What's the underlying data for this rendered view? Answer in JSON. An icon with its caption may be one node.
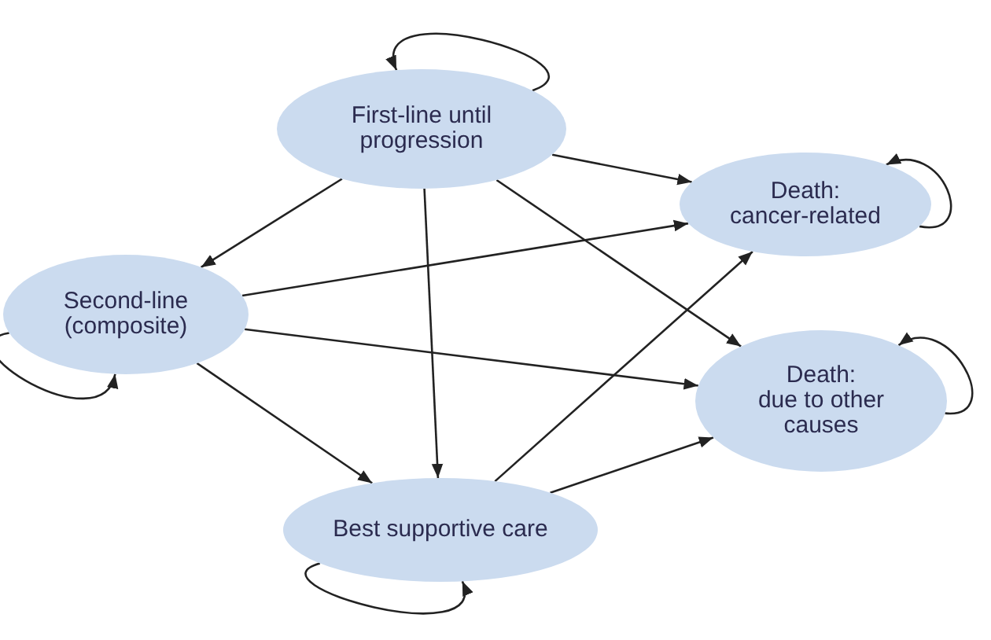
{
  "diagram": {
    "nodes": [
      {
        "text": [
          "First-line until progression"
        ]
      },
      {
        "text": [
          "Second-line (composite)"
        ]
      },
      {
        "text": [
          "Death:",
          "cancer-related"
        ]
      },
      {
        "text": [
          "Death:",
          "due to other causes"
        ]
      },
      {
        "text": [
          "Best supportive care"
        ]
      }
    ],
    "edges": [
      {
        "from": 0,
        "to": 0,
        "arrow": "to"
      },
      {
        "from": 0,
        "to": 1,
        "arrow": "to"
      },
      {
        "from": 0,
        "to": 4,
        "arrow": "to"
      },
      {
        "from": 0,
        "to": 2,
        "arrow": "to"
      },
      {
        "from": 0,
        "to": 3,
        "arrow": "to"
      },
      {
        "from": 1,
        "to": 1,
        "arrow": "to"
      },
      {
        "from": 1,
        "to": 2,
        "arrow": "to"
      },
      {
        "from": 1,
        "to": 3,
        "arrow": "to"
      },
      {
        "from": 1,
        "to": 4,
        "arrow": "to"
      },
      {
        "from": 4,
        "to": 4,
        "arrow": "to"
      },
      {
        "from": 4,
        "to": 2,
        "arrow": "to"
      },
      {
        "from": 4,
        "to": 3,
        "arrow": "to"
      },
      {
        "from": 2,
        "to": 2,
        "arrow": "to"
      },
      {
        "from": 3,
        "to": 3,
        "arrow": "to"
      }
    ]
  }
}
